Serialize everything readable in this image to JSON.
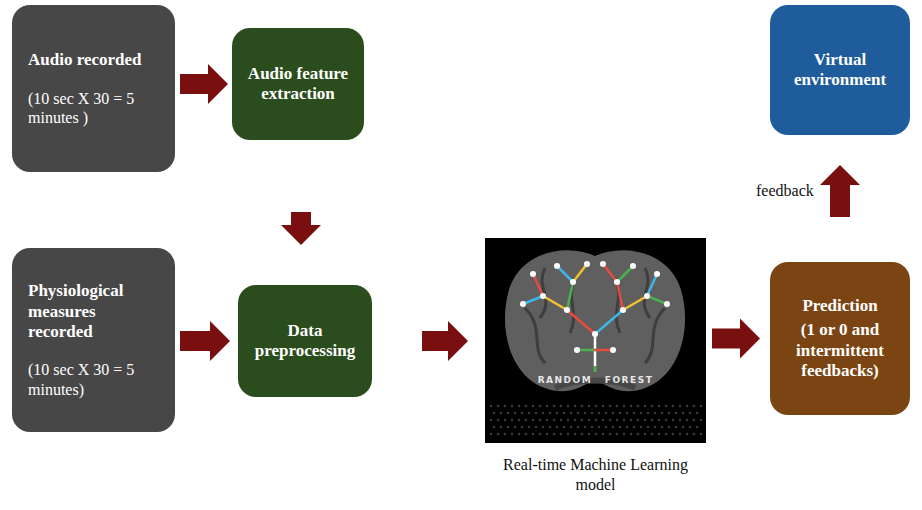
{
  "diagram": {
    "nodes": [
      {
        "text": [
          "Audio recorded",
          "(10 sec X 30 = 5 minutes )"
        ]
      },
      {
        "text": [
          "Audio feature extraction"
        ]
      },
      {
        "text": [
          "Virtual environment"
        ]
      },
      {
        "text": [
          "Physiological measures recorded",
          "(10 sec X 30 = 5 minutes)"
        ]
      },
      {
        "text": [
          "Data preprocessing"
        ]
      },
      {
        "text": [
          "RANDOM FOREST",
          "Real-time Machine Learning model"
        ]
      },
      {
        "text": [
          "Prediction",
          "(1 or 0 and intermittent feedbacks)"
        ]
      }
    ],
    "edges": [
      {
        "from": 0,
        "to": 1,
        "arrow": "to"
      },
      {
        "from": 1,
        "to": 4,
        "arrow": "to"
      },
      {
        "from": 3,
        "to": 4,
        "arrow": "to"
      },
      {
        "from": 4,
        "to": 5,
        "arrow": "to"
      },
      {
        "from": 5,
        "to": 6,
        "arrow": "to"
      },
      {
        "from": 6,
        "to": 2,
        "label": "feedback",
        "arrow": "to"
      }
    ]
  }
}
